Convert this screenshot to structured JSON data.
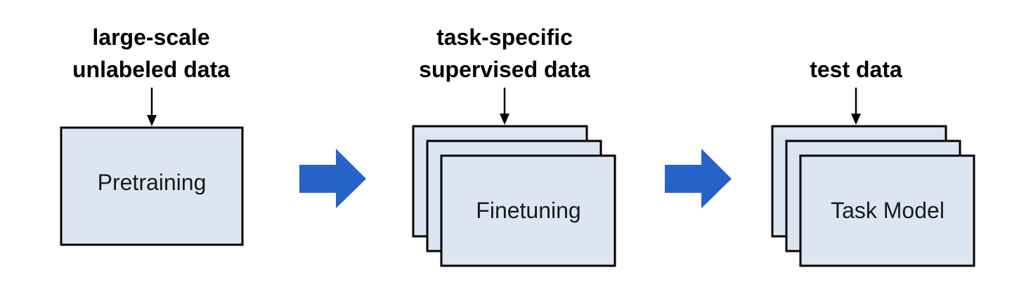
{
  "colors": {
    "box_fill": "#dce6f2",
    "box_border": "#000000",
    "flow_arrow": "#2563c9",
    "text": "#000000"
  },
  "stages": [
    {
      "id": "pretraining",
      "input_lines": [
        "large-scale",
        "unlabeled data"
      ],
      "box_label": "Pretraining",
      "stacked": false
    },
    {
      "id": "finetuning",
      "input_lines": [
        "task-specific",
        "supervised data"
      ],
      "box_label": "Finetuning",
      "stacked": true
    },
    {
      "id": "task-model",
      "input_lines": [
        "test data"
      ],
      "box_label": "Task Model",
      "stacked": true
    }
  ]
}
